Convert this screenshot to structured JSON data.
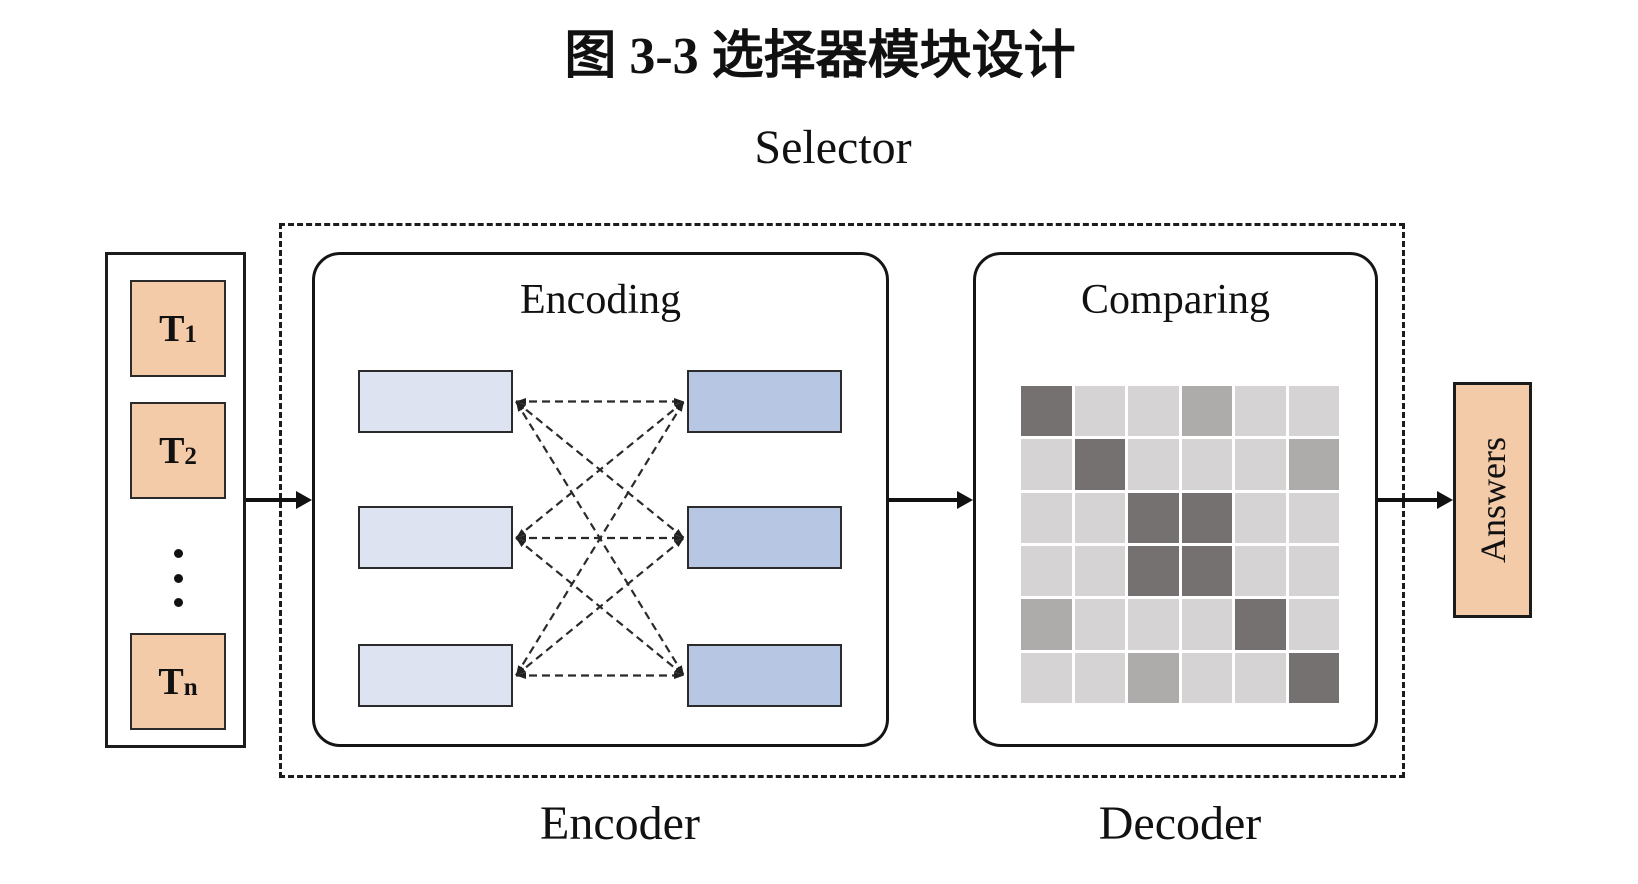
{
  "figure": {
    "title": "图 3-3  选择器模块设计",
    "selector_label": "Selector",
    "encoder_label": "Encoder",
    "decoder_label": "Decoder"
  },
  "input_stack": {
    "items": [
      {
        "main": "T",
        "sub": "1"
      },
      {
        "main": "T",
        "sub": "2"
      },
      {
        "main": "T",
        "sub": "n"
      }
    ],
    "ellipsis_icon": "vertical-ellipsis"
  },
  "encoder": {
    "title": "Encoding",
    "left_units": 3,
    "right_units": 3,
    "connection": "fully-connected-bidirectional-dashed"
  },
  "decoder": {
    "title": "Comparing",
    "grid": {
      "rows": [
        [
          "d",
          "l",
          "l",
          "m",
          "l",
          "l"
        ],
        [
          "l",
          "d",
          "l",
          "l",
          "l",
          "m"
        ],
        [
          "l",
          "l",
          "d",
          "d",
          "l",
          "l"
        ],
        [
          "l",
          "l",
          "d",
          "d",
          "l",
          "l"
        ],
        [
          "m",
          "l",
          "l",
          "l",
          "d",
          "l"
        ],
        [
          "l",
          "l",
          "m",
          "l",
          "l",
          "d"
        ]
      ],
      "palette": {
        "d": "#757171",
        "m": "#aeabab",
        "l": "#d5d3d3"
      }
    }
  },
  "output": {
    "label": "Answers"
  },
  "colors": {
    "token_fill": "#f4cba9",
    "encoded_left_fill": "#dee3f2",
    "encoded_right_fill": "#b7c7e3",
    "line": "#111111"
  }
}
